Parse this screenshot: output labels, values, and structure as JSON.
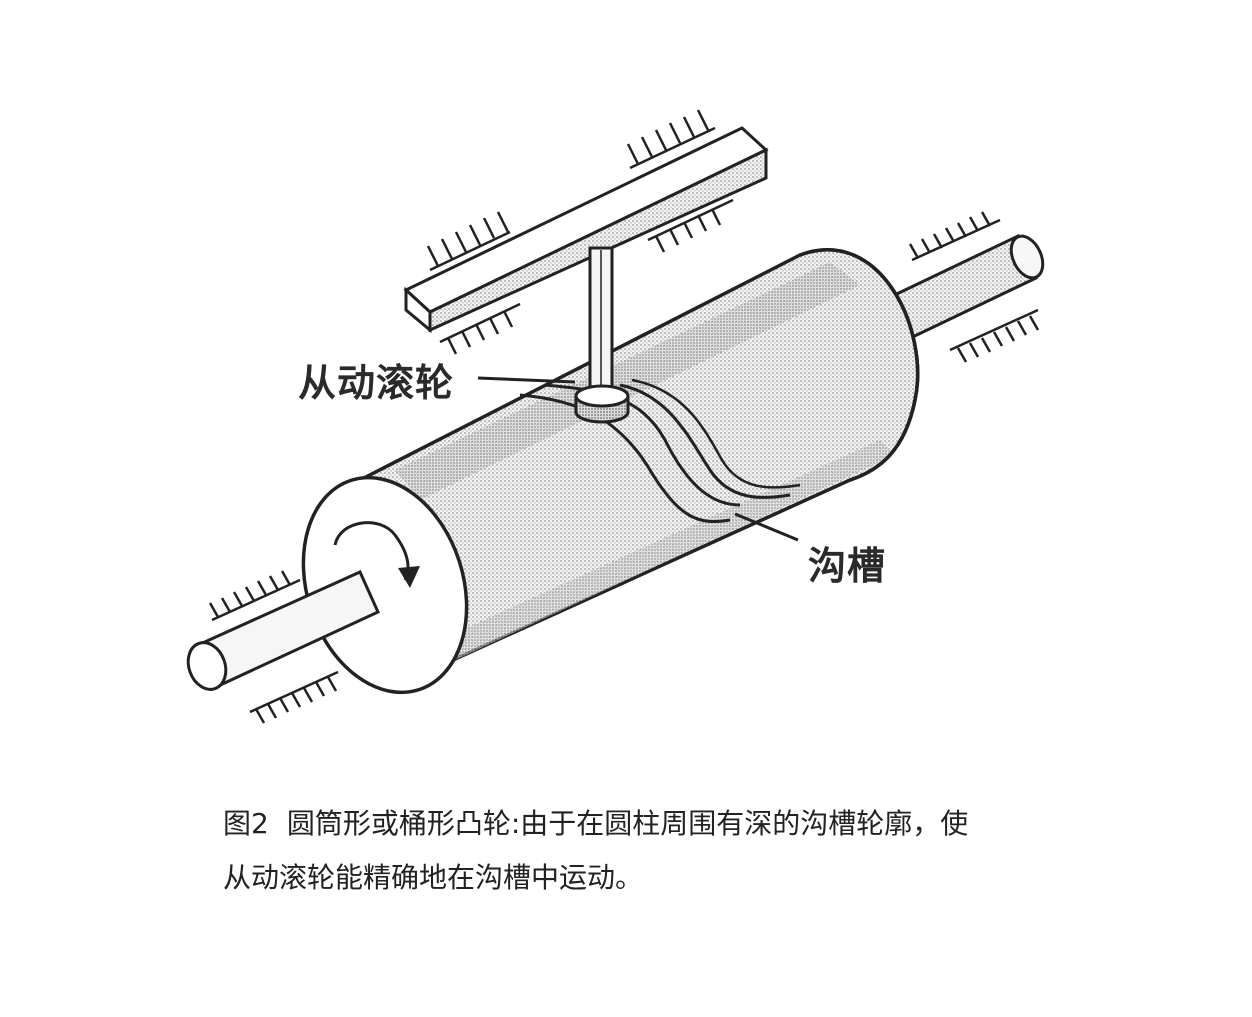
{
  "figure": {
    "labels": {
      "roller": "从动滚轮",
      "groove": "沟槽"
    }
  },
  "caption": {
    "figure_number": "图2",
    "line1": "圆筒形或桶形凸轮:由于在圆柱周围有深的沟槽轮廓，使",
    "line2": "从动滚轮能精确地在沟槽中运动。"
  }
}
